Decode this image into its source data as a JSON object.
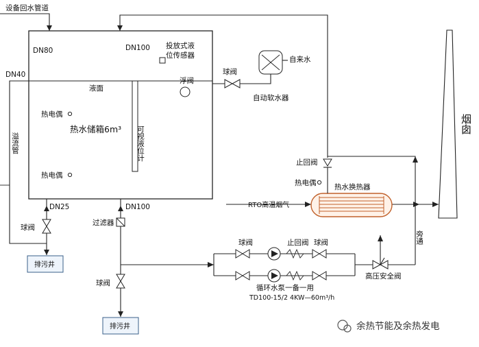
{
  "labels": {
    "return_pipe": "设备回水管道",
    "dn80": "DN80",
    "dn100_top": "DN100",
    "dn40": "DN40",
    "level_sensor_1": "投放式液",
    "level_sensor_2": "位传感器",
    "tap_water": "自来水",
    "ball_valve_top": "球阀",
    "float_valve": "浮阀",
    "softener": "自动软水器",
    "liquid_level": "液面",
    "thermocouple_1": "热电偶",
    "tank": "热水储箱6m³",
    "gauge": "可视液位计",
    "overflow": "溢流管",
    "thermocouple_2": "热电偶",
    "chimney": "烟囱",
    "check_valve_1": "止回阀",
    "thermocouple_3": "热电偶",
    "heat_exchanger": "热水换热器",
    "flue_gas": "RTO高温烟气",
    "dn25": "DN25",
    "dn100_bottom": "DN100",
    "ball_valve_left": "球阀",
    "strainer": "过滤器",
    "bypass": "旁通",
    "drain_1": "排污井",
    "ball_valve_pump_left": "球阀",
    "check_valve_pump": "止回阀",
    "ball_valve_pump_right": "球阀",
    "hp_safety_valve": "高压安全阀",
    "ball_valve_bottom": "球阀",
    "pump": "循环水泵一备一用",
    "pump_spec": "TD100-15/2 4KW—60m³/h",
    "drain_2": "排污井"
  },
  "watermark": "余热节能及余热发电",
  "colors": {
    "line": "#222222",
    "heat_exchanger": "#c0602a",
    "drain_box": "#3a5f8a"
  }
}
